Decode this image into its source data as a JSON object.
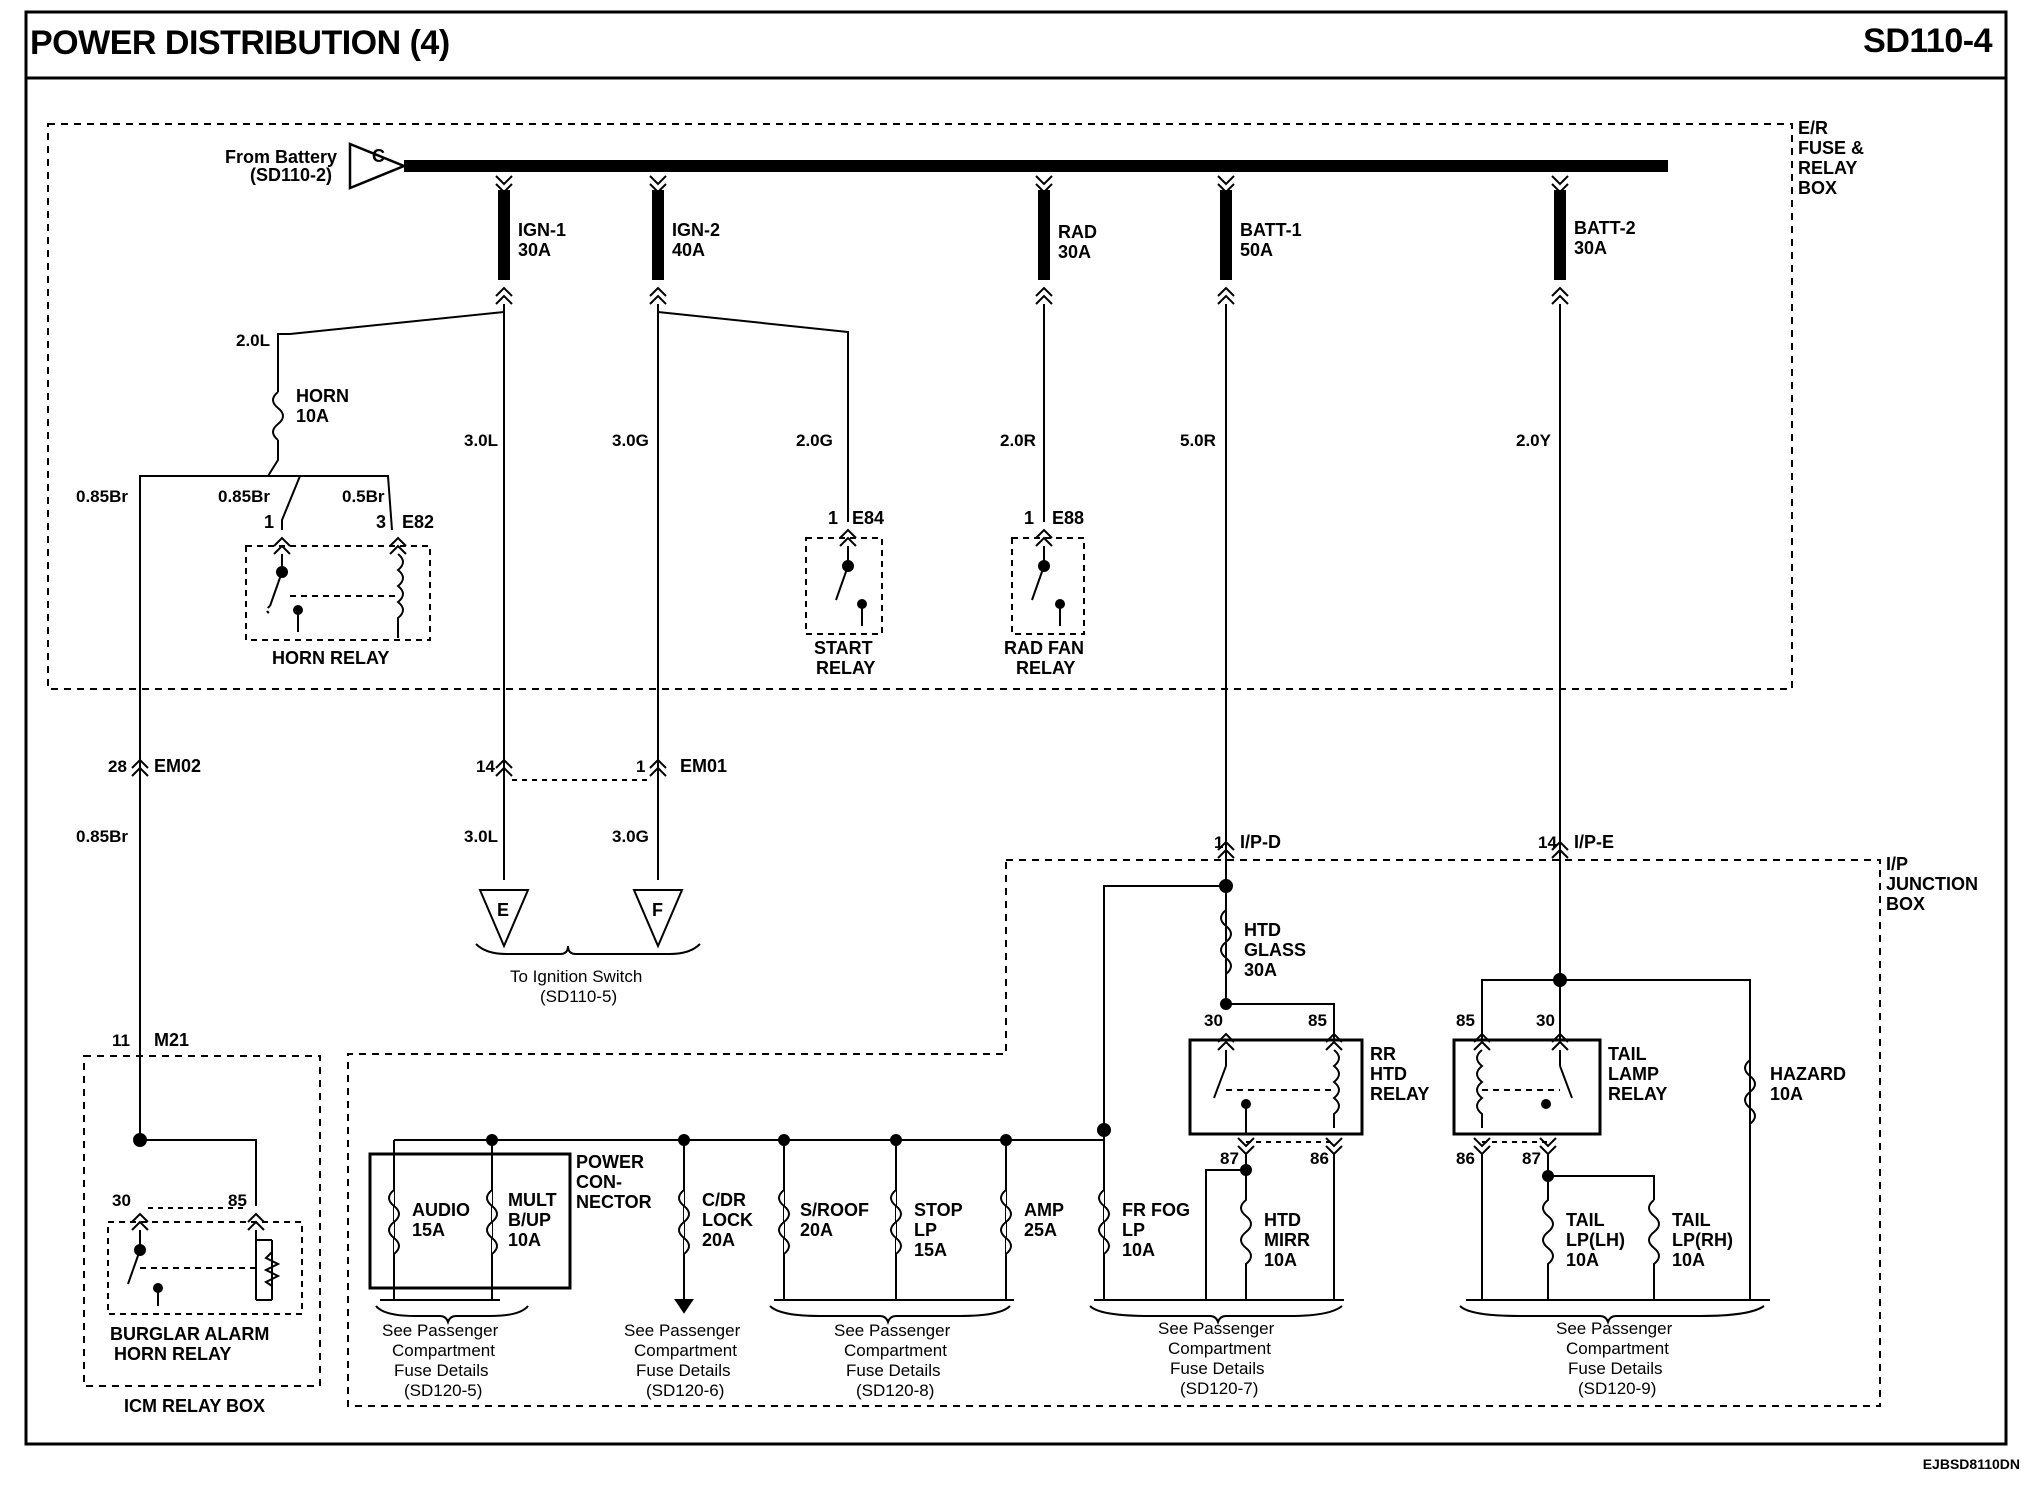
{
  "header": {
    "title": "POWER DISTRIBUTION (4)",
    "page_code": "SD110-4"
  },
  "footer_code": "EJBSD8110DN",
  "boxes": {
    "er_fuse_relay_box": [
      "E/R",
      "FUSE &",
      "RELAY",
      "BOX"
    ],
    "ip_junction_box": [
      "I/P",
      "JUNCTION",
      "BOX"
    ],
    "icm_relay_box": "ICM RELAY BOX"
  },
  "battery_connector": {
    "letter": "C",
    "label": [
      "From Battery",
      "(SD110-2)"
    ]
  },
  "main_fuses": [
    {
      "name": "IGN-1",
      "rating": "30A"
    },
    {
      "name": "IGN-2",
      "rating": "40A"
    },
    {
      "name": "RAD",
      "rating": "30A"
    },
    {
      "name": "BATT-1",
      "rating": "50A"
    },
    {
      "name": "BATT-2",
      "rating": "30A"
    }
  ],
  "wires": {
    "horn_feed": "2.0L",
    "ign1": "3.0L",
    "ign2": "3.0G",
    "start": "2.0G",
    "rad": "2.0R",
    "batt1": "5.0R",
    "batt2": "2.0Y",
    "horn_relay_pin1": "0.85Br",
    "horn_relay_pin3": "0.5Br",
    "burglar_feed": "0.85Br",
    "burglar_feed_lower": "0.85Br",
    "ign1_lower": "3.0L",
    "ign2_lower": "3.0G"
  },
  "horn_fuse": {
    "name": "HORN",
    "rating": "10A"
  },
  "relays": {
    "horn": {
      "label": "HORN RELAY",
      "connector": "E82",
      "pin_a": "1",
      "pin_b": "3"
    },
    "start": {
      "label": [
        "START",
        "RELAY"
      ],
      "connector": "E84",
      "pin": "1"
    },
    "rad_fan": {
      "label": [
        "RAD FAN",
        "RELAY"
      ],
      "connector": "E88",
      "pin": "1"
    },
    "burglar": {
      "label": [
        "BURGLAR ALARM",
        "HORN RELAY"
      ],
      "pin_a": "30",
      "pin_b": "85"
    },
    "rr_htd": {
      "label": [
        "RR",
        "HTD",
        "RELAY"
      ],
      "pins": [
        "30",
        "85",
        "87",
        "86"
      ]
    },
    "tail_lamp": {
      "label": [
        "TAIL",
        "LAMP",
        "RELAY"
      ],
      "pins": [
        "85",
        "30",
        "86",
        "87"
      ]
    }
  },
  "connectors": {
    "em02": {
      "name": "EM02",
      "pin": "28"
    },
    "em01": {
      "name": "EM01",
      "pin": "1"
    },
    "em01_left_pin": "14",
    "m21": {
      "name": "M21",
      "pin": "11"
    },
    "ipd": {
      "name": "I/P-D",
      "pin": "1"
    },
    "ipe": {
      "name": "I/P-E",
      "pin": "14"
    }
  },
  "ignition": {
    "connectors": [
      "E",
      "F"
    ],
    "label": [
      "To Ignition Switch",
      "(SD110-5)"
    ]
  },
  "power_connector": [
    "POWER",
    "CON-",
    "NECTOR"
  ],
  "junction_fuses": [
    {
      "name": [
        "AUDIO"
      ],
      "rating": "15A"
    },
    {
      "name": [
        "MULT",
        "B/UP"
      ],
      "rating": "10A"
    },
    {
      "name": [
        "C/DR",
        "LOCK"
      ],
      "rating": "20A"
    },
    {
      "name": [
        "S/ROOF"
      ],
      "rating": "20A"
    },
    {
      "name": [
        "STOP",
        "LP"
      ],
      "rating": "15A"
    },
    {
      "name": [
        "AMP"
      ],
      "rating": "25A"
    },
    {
      "name": [
        "FR FOG",
        "LP"
      ],
      "rating": "10A"
    },
    {
      "name": [
        "HTD",
        "GLASS"
      ],
      "rating": "30A"
    },
    {
      "name": [
        "HTD",
        "MIRR"
      ],
      "rating": "10A"
    },
    {
      "name": [
        "HAZARD"
      ],
      "rating": "10A"
    },
    {
      "name": [
        "TAIL",
        "LP(LH)"
      ],
      "rating": "10A"
    },
    {
      "name": [
        "TAIL",
        "LP(RH)"
      ],
      "rating": "10A"
    }
  ],
  "references": [
    [
      "See Passenger",
      "Compartment",
      "Fuse Details",
      "(SD120-5)"
    ],
    [
      "See Passenger",
      "Compartment",
      "Fuse Details",
      "(SD120-6)"
    ],
    [
      "See Passenger",
      "Compartment",
      "Fuse Details",
      "(SD120-8)"
    ],
    [
      "See Passenger",
      "Compartment",
      "Fuse Details",
      "(SD120-7)"
    ],
    [
      "See Passenger",
      "Compartment",
      "Fuse Details",
      "(SD120-9)"
    ]
  ]
}
